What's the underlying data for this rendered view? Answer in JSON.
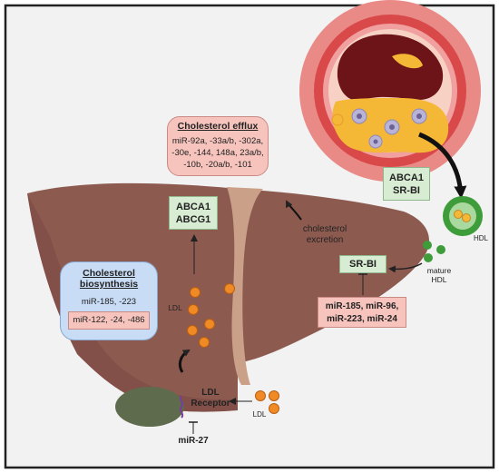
{
  "efflux": {
    "title": "Cholesterol efflux",
    "lines": [
      "miR-92a, -33a/b, -302a,",
      "-30e, -144, 148a, 23a/b,",
      "-10b, -20a/b, -101"
    ]
  },
  "biosynthesis": {
    "title_line1": "Cholesterol",
    "title_line2": "biosynthesis",
    "mirs": "miR-185, -223",
    "mirs_box": "miR-122, -24, -486"
  },
  "liver_transporters": {
    "line1": "ABCA1",
    "line2": "ABCG1"
  },
  "artery_transporters": {
    "line1": "ABCA1",
    "line2": "SR-BI"
  },
  "srbi": {
    "label": "SR-BI"
  },
  "srbi_mirs": {
    "line1": "miR-185, miR-96,",
    "line2": "miR-223, miR-24"
  },
  "cholesterol_excretion": {
    "line1": "cholesterol",
    "line2": "excretion"
  },
  "hdl": {
    "label": "HDL"
  },
  "mature_hdl": {
    "line1": "mature",
    "line2": "HDL"
  },
  "ldl_liver": {
    "label": "LDL"
  },
  "ldl_outside": {
    "label": "LDL"
  },
  "ldl_receptor": {
    "line1": "LDL",
    "line2": "Receptor"
  },
  "receptor_mir": {
    "label": "miR-27"
  },
  "colors": {
    "liver": "#8d5a50",
    "liver_dark": "#6f4038",
    "ligament": "#caa089",
    "gallbladder": "#5f6b4d",
    "background": "#f2f2f2",
    "artery_outer": "#e98a86",
    "artery_wall": "#d9494a",
    "lumen_blood": "#6d1418",
    "plaque": "#f4b736",
    "foam_cell": "#b9b4d6",
    "ldl_particle": "#f08a24",
    "hdl_particle": "#3e9c3a",
    "green_box": "#d7ecd2",
    "pink_box": "#f6c4bd",
    "blue_box": "#c8dcf5"
  },
  "icons": [
    "arrow-icon",
    "inhibition-bar-icon",
    "hdl-particle-icon",
    "ldl-particle-icon",
    "foam-cell-icon",
    "receptor-icon"
  ]
}
